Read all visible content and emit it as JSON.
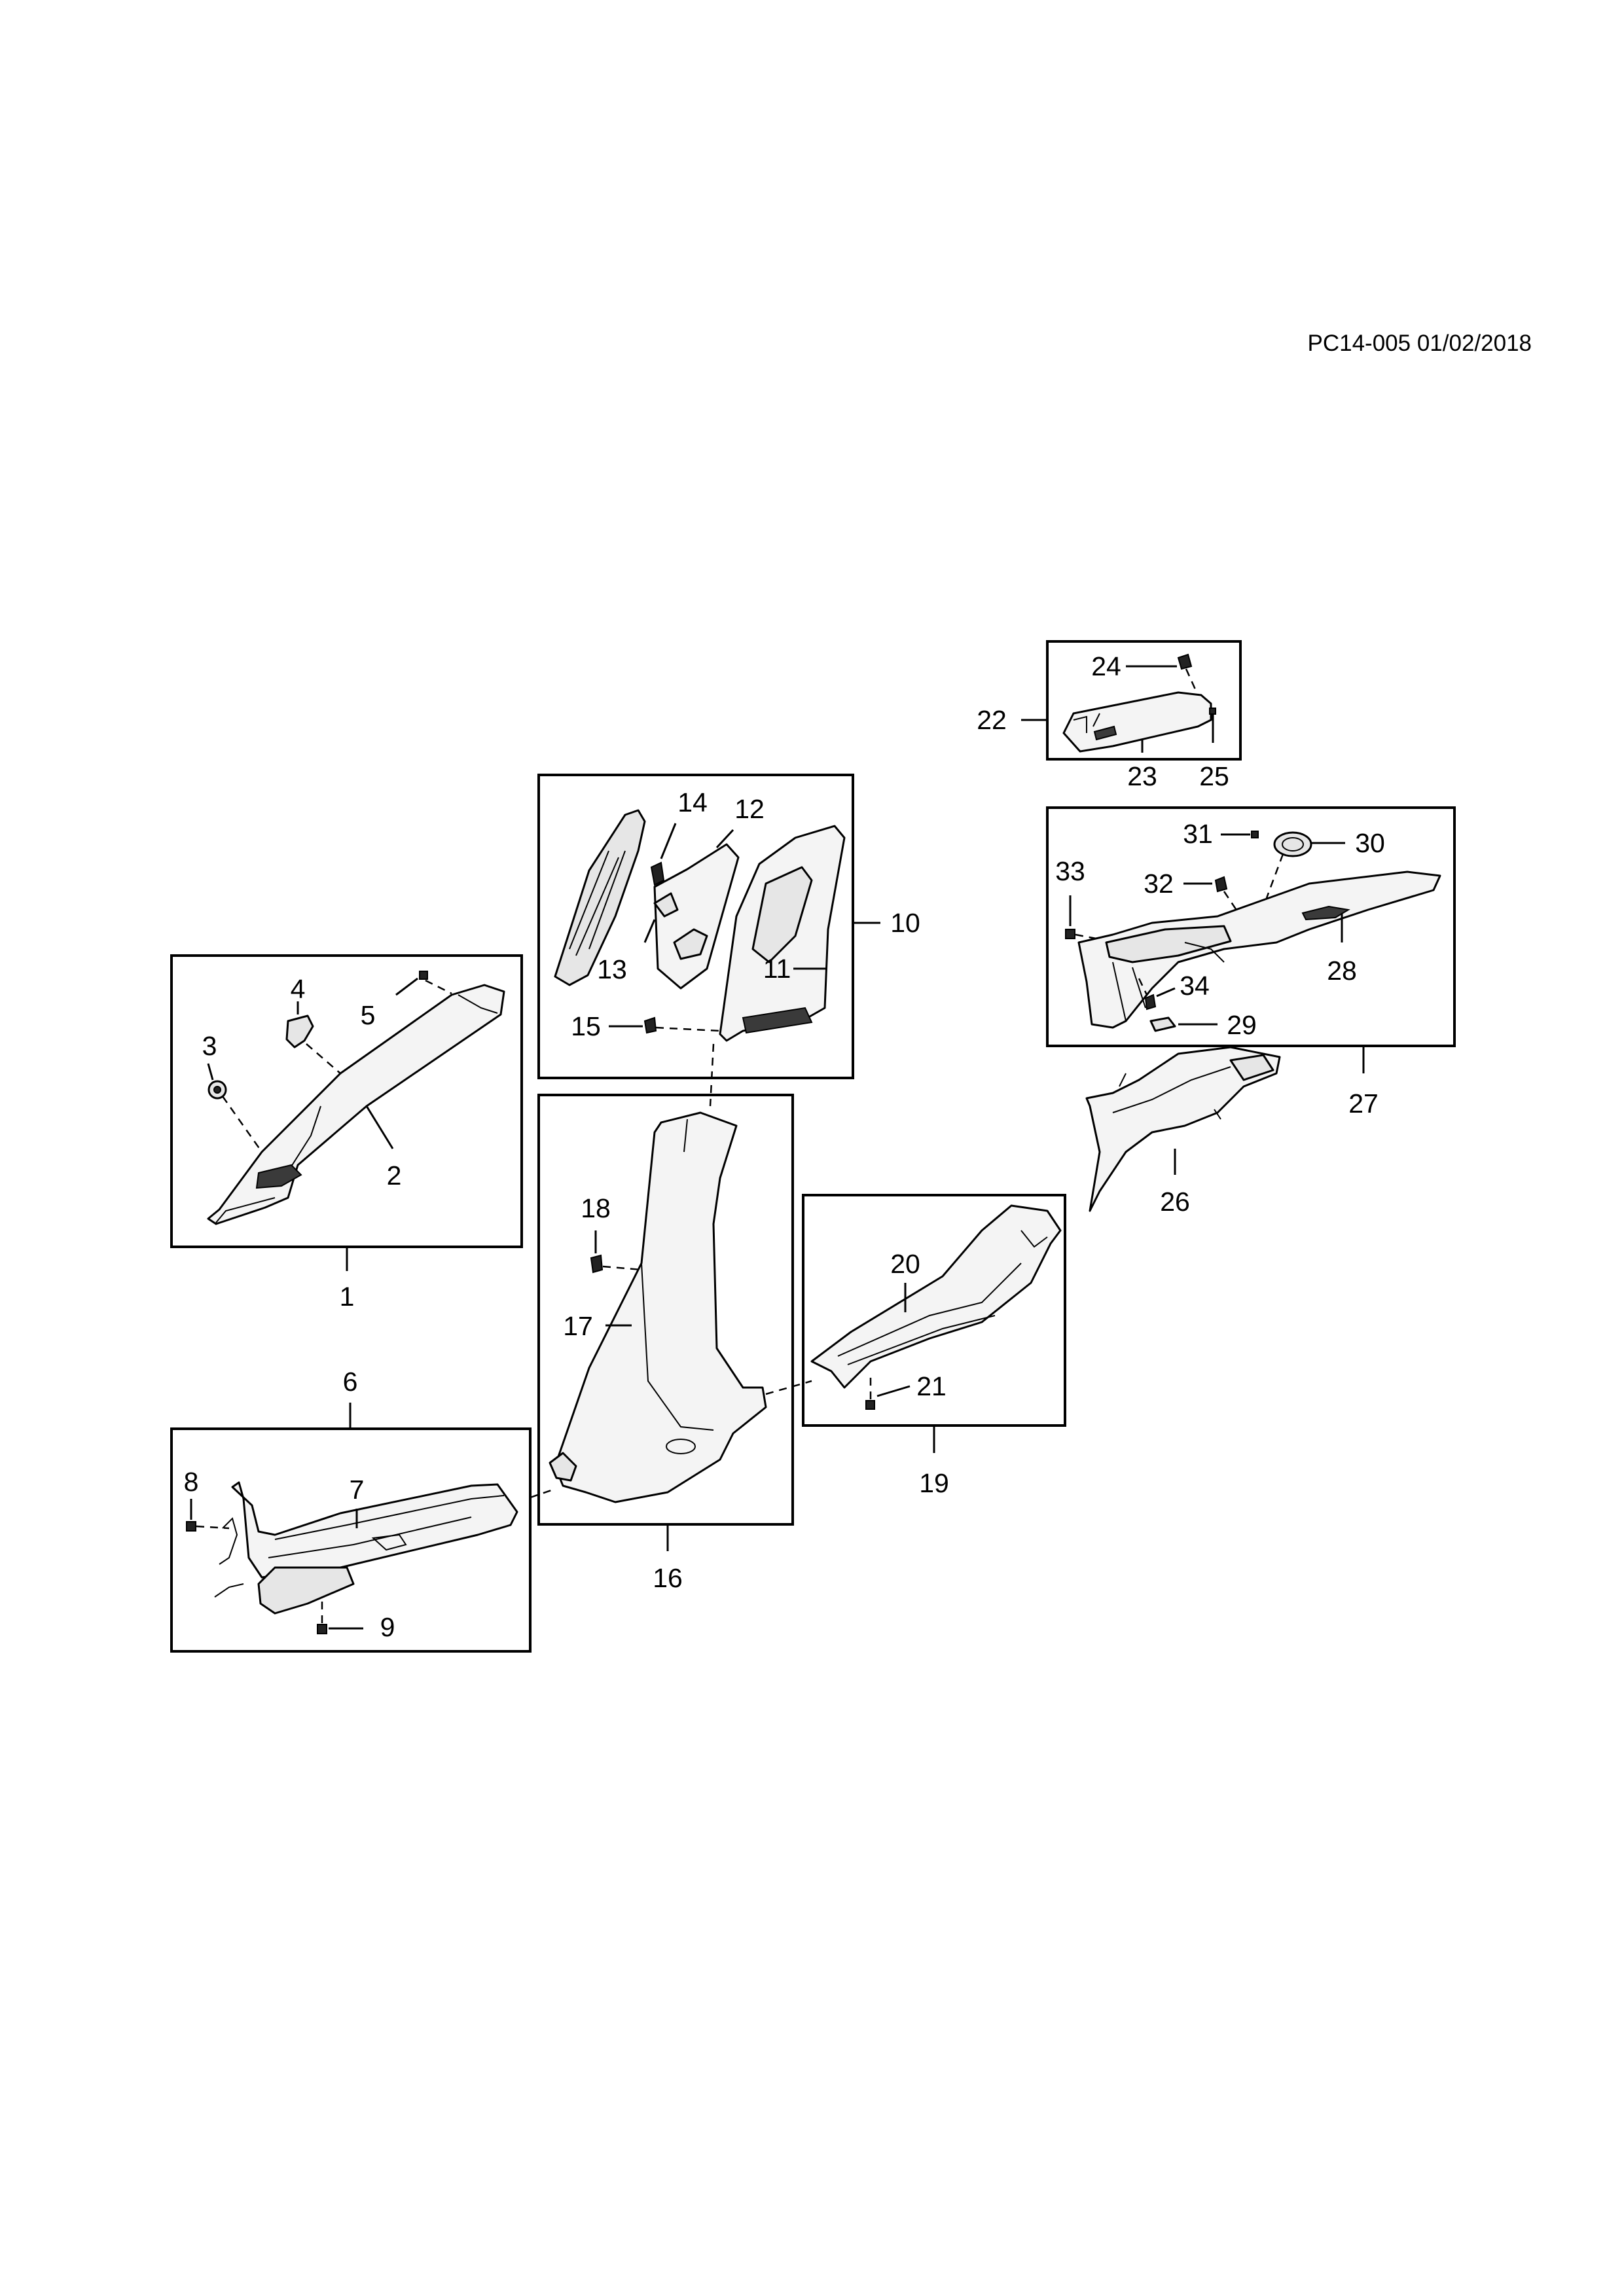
{
  "document": {
    "reference": "PC14-005 01/02/2018"
  },
  "callouts": {
    "c1": "1",
    "c2": "2",
    "c3": "3",
    "c4": "4",
    "c5": "5",
    "c6": "6",
    "c7": "7",
    "c8": "8",
    "c9": "9",
    "c10": "10",
    "c11": "11",
    "c12": "12",
    "c13": "13",
    "c14": "14",
    "c15": "15",
    "c16": "16",
    "c17": "17",
    "c18": "18",
    "c19": "19",
    "c20": "20",
    "c21": "21",
    "c22": "22",
    "c23": "23",
    "c24": "24",
    "c25": "25",
    "c26": "26",
    "c27": "27",
    "c28": "28",
    "c29": "29",
    "c30": "30",
    "c31": "31",
    "c32": "32",
    "c33": "33",
    "c34": "34"
  },
  "colors": {
    "line": "#000000",
    "part_fill": "#f4f4f4",
    "part_shade": "#e6e6e6",
    "texture": "#3a3a3a",
    "background": "#ffffff"
  }
}
